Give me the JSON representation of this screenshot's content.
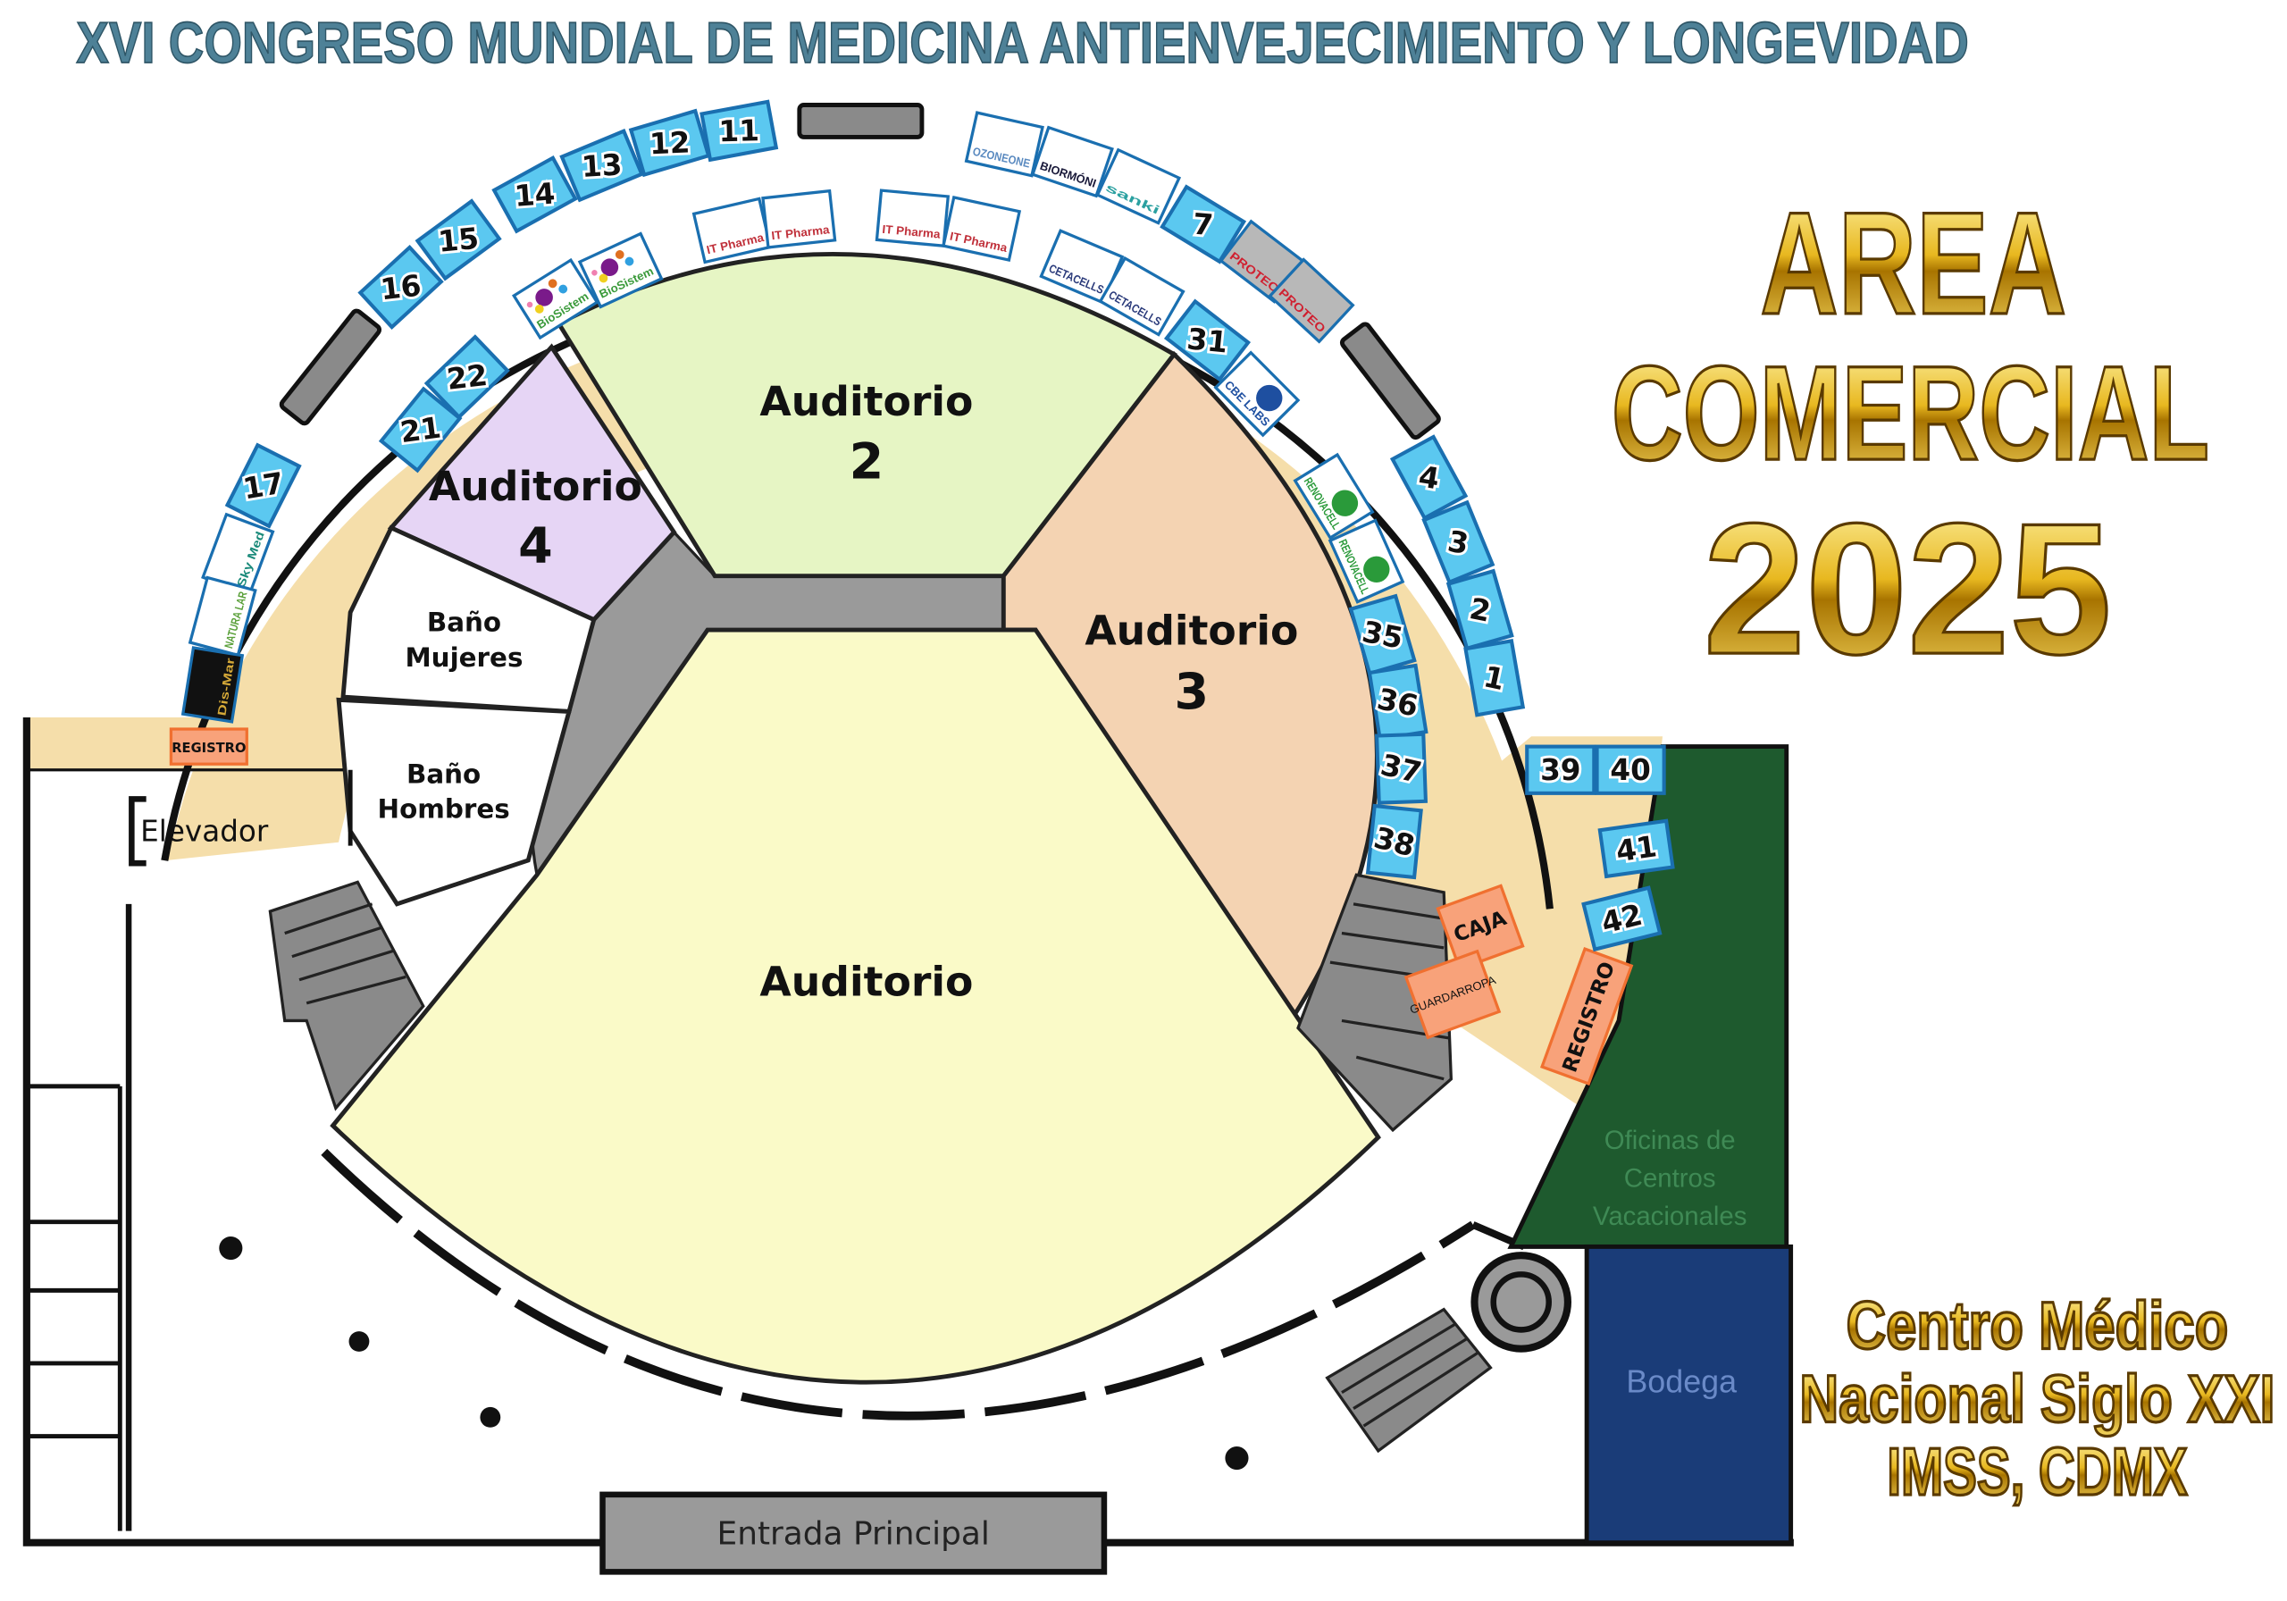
{
  "title": "XVI CONGRESO MUNDIAL DE MEDICINA ANTIENVEJECIMIENTO Y LONGEVIDAD",
  "heading": {
    "line1": "AREA",
    "line2": "COMERCIAL",
    "line3": "2025"
  },
  "venue": {
    "line1": "Centro Médico",
    "line2": "Nacional Siglo XXI",
    "line3": "IMSS, CDMX"
  },
  "rooms": {
    "auditorio_main": "Auditorio",
    "auditorio_2": {
      "line1": "Auditorio",
      "line2": "2"
    },
    "auditorio_3": {
      "line1": "Auditorio",
      "line2": "3"
    },
    "auditorio_4": {
      "line1": "Auditorio",
      "line2": "4"
    },
    "bano_mujeres": {
      "line1": "Baño",
      "line2": "Mujeres"
    },
    "bano_hombres": {
      "line1": "Baño",
      "line2": "Hombres"
    },
    "elevador": "Elevador",
    "registro_left": "REGISTRO",
    "registro_right": "REGISTRO",
    "caja": "CAJA",
    "guardarropa": "GUARDARROPA",
    "oficinas": {
      "line1": "Oficinas de",
      "line2": "Centros",
      "line3": "Vacacionales"
    },
    "bodega": "Bodega",
    "entrada": "Entrada Principal"
  },
  "booths": [
    "11",
    "12",
    "13",
    "14",
    "15",
    "16",
    "17",
    "7",
    "4",
    "3",
    "2",
    "1",
    "22",
    "21",
    "31",
    "35",
    "36",
    "37",
    "38",
    "39",
    "40",
    "41",
    "42"
  ],
  "logos": [
    {
      "text": "BioSistem",
      "color": "#3a9a3a"
    },
    {
      "text": "BioSistem",
      "color": "#3a9a3a"
    },
    {
      "text": "IT Pharma",
      "color": "#c0303a"
    },
    {
      "text": "IT Pharma",
      "color": "#c0303a"
    },
    {
      "text": "IT Pharma",
      "color": "#c0303a"
    },
    {
      "text": "IT Pharma",
      "color": "#c0303a"
    },
    {
      "text": "CETACELLS",
      "color": "#2a3a7a"
    },
    {
      "text": "CETACELLS",
      "color": "#2a3a7a"
    },
    {
      "text": "CBE LABS",
      "color": "#1e4fa0"
    },
    {
      "text": "RENOVACELL",
      "color": "#2a9a3a"
    },
    {
      "text": "RENOVACELL",
      "color": "#2a9a3a"
    },
    {
      "text": "OZONEONE",
      "color": "#5a8ac0"
    },
    {
      "text": "BIORMÓNI",
      "color": "#1a1a3a"
    },
    {
      "text": "sanki",
      "color": "#2aa0a0"
    },
    {
      "text": "PROTEO",
      "color": "#d02030"
    },
    {
      "text": "PROTEO",
      "color": "#d02030"
    },
    {
      "text": "Sky Med",
      "color": "#1a8a7a"
    },
    {
      "text": "NATURA LAR",
      "color": "#5aa03a"
    },
    {
      "text": "Dis-Mar",
      "color": "#d4a838"
    }
  ],
  "colors": {
    "title": "#4e8197",
    "corridor": "#f5deaa",
    "booth": "#5bc8f0",
    "booth_border": "#1a6fb0",
    "auditorio_main": "#fafac8",
    "auditorio_2": "#e6f5c4",
    "auditorio_3": "#f4d3b2",
    "auditorio_4": "#e6d5f5",
    "orange": "#f8a27a",
    "oficinas": "#1e5a2e",
    "bodega": "#1a3c78",
    "grey": "#9a9a9a"
  }
}
